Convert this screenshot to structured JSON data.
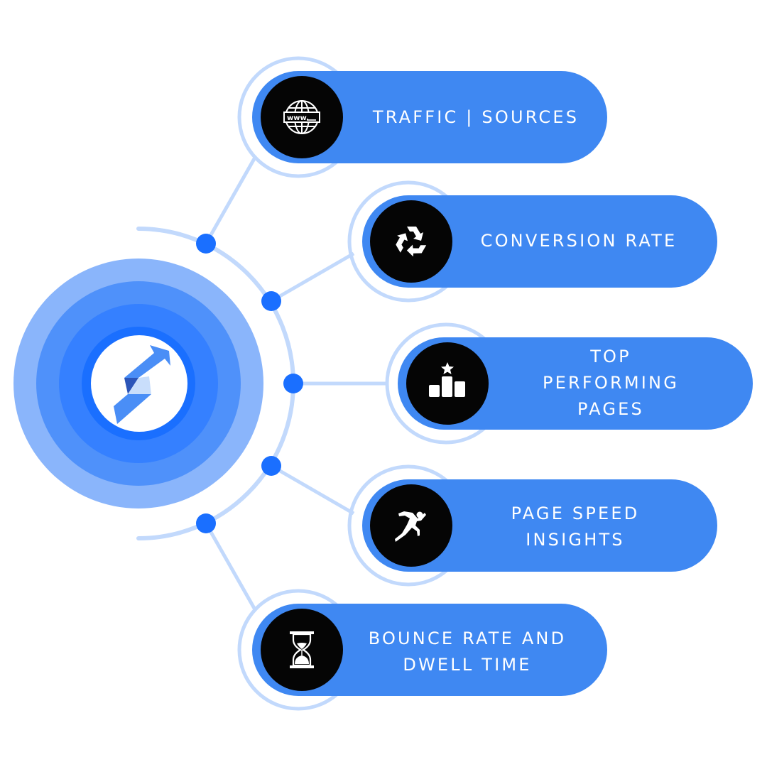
{
  "colors": {
    "pill": "#3F88F2",
    "ring": "#C2D9FC",
    "node": "#1A6FFF",
    "icon_bg": "#050505",
    "icon_fg": "#FFFFFF",
    "hub_outer": "#8AB5FB",
    "hub_mid": "#4F91FA",
    "hub_inner": "#3580FF",
    "hub_core_ring": "#1A6FFF",
    "hub_center": "#FFFFFF",
    "logo_blue": "#4A8EF6",
    "logo_dark": "#2C55B8",
    "logo_light": "#C9DEFB"
  },
  "hub": {
    "logo_icon": "trend-arrow-logo-icon"
  },
  "items": [
    {
      "id": "traffic-sources",
      "icon": "globe-www-icon",
      "lines": [
        "TRAFFIC | SOURCES"
      ]
    },
    {
      "id": "conversion-rate",
      "icon": "recycle-icon",
      "lines": [
        "CONVERSION RATE"
      ]
    },
    {
      "id": "top-performing-pages",
      "icon": "podium-star-icon",
      "lines": [
        "TOP",
        "PERFORMING",
        "PAGES"
      ]
    },
    {
      "id": "page-speed-insights",
      "icon": "runner-icon",
      "lines": [
        "PAGE SPEED",
        "INSIGHTS"
      ]
    },
    {
      "id": "bounce-rate-dwell-time",
      "icon": "hourglass-icon",
      "lines": [
        "BOUNCE RATE AND",
        "DWELL TIME"
      ]
    }
  ]
}
